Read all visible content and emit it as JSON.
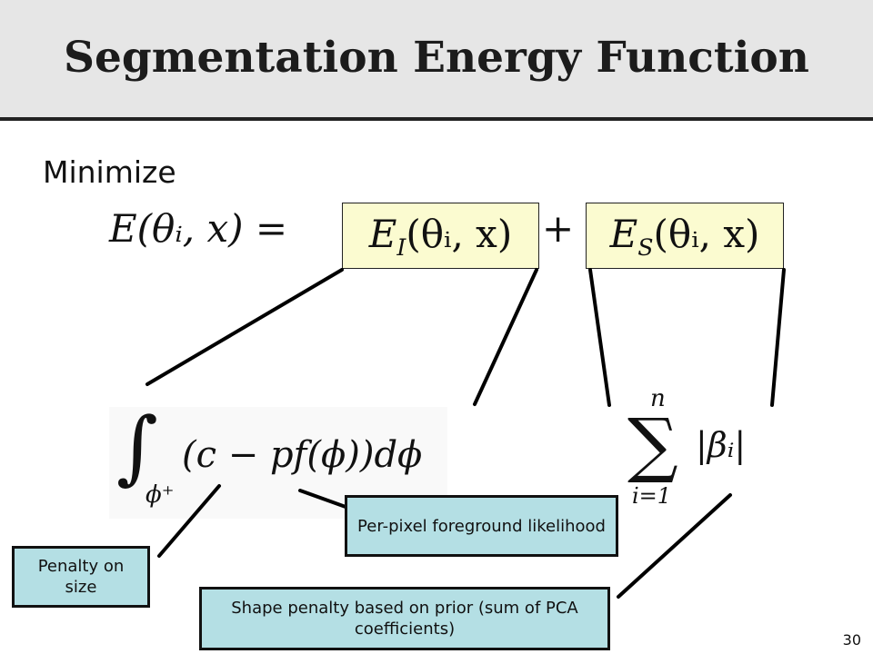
{
  "slide": {
    "title": "Segmentation Energy Function",
    "intro": "Minimize",
    "page_number": "30"
  },
  "equation": {
    "lhs": "E(θᵢ, x) =",
    "image_term": {
      "symbol": "E",
      "subscript": "I",
      "args": "(θᵢ, x)"
    },
    "operator": "+",
    "shape_term": {
      "symbol": "E",
      "subscript": "S",
      "args": "(θᵢ, x)"
    },
    "highlight_color": "#fbfbd0"
  },
  "integral": {
    "sign": "∫",
    "lower_limit": "ϕ⁺",
    "integrand": "(c − p𝑓(ϕ))dϕ"
  },
  "summation": {
    "sign": "∑",
    "upper_limit": "n",
    "lower_limit": "i=1",
    "body": "|βᵢ|"
  },
  "callouts": {
    "size_penalty": "Penalty on size",
    "foreground_likelihood": "Per-pixel foreground likelihood",
    "shape_penalty": "Shape penalty based on prior (sum of PCA coefficients)",
    "fill_color": "#b4dfe4"
  }
}
